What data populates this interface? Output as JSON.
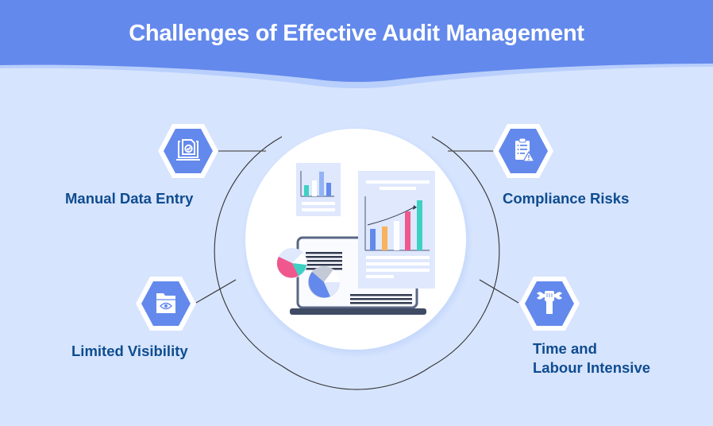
{
  "title": "Challenges of Effective Audit Management",
  "colors": {
    "header": "#6389ec",
    "background": "#d6e4fe",
    "hexagon": "#6389ec",
    "label": "#0f4c8f"
  },
  "challenges": [
    {
      "label": "Manual Data Entry",
      "icon": "laptop-document-check-icon"
    },
    {
      "label": "Compliance Risks",
      "icon": "clipboard-warning-icon"
    },
    {
      "label": "Limited Visibility",
      "icon": "folder-eye-icon"
    },
    {
      "label_line1": "Time and",
      "label_line2": "Labour Intensive",
      "icon": "fist-wrench-icon"
    }
  ],
  "center_illustration": "audit-report-dashboard-illustration"
}
